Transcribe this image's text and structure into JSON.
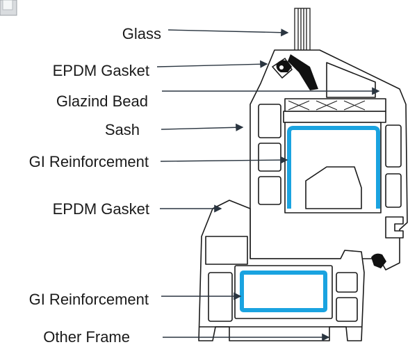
{
  "labels": {
    "glass": "Glass",
    "epdm_gasket_top": "EPDM Gasket",
    "glazing_bead": "Glazind Bead",
    "sash": "Sash",
    "gi_reinforcement_top": "GI Reinforcement",
    "epdm_gasket_bottom": "EPDM Gasket",
    "gi_reinforcement_bottom": "GI Reinforcement",
    "other_frame": "Other Frame"
  },
  "colors": {
    "outline": "#1a1a1a",
    "reinforcement": "#1aa3e0",
    "leader": "#2a3540",
    "gasket": "#111111"
  }
}
